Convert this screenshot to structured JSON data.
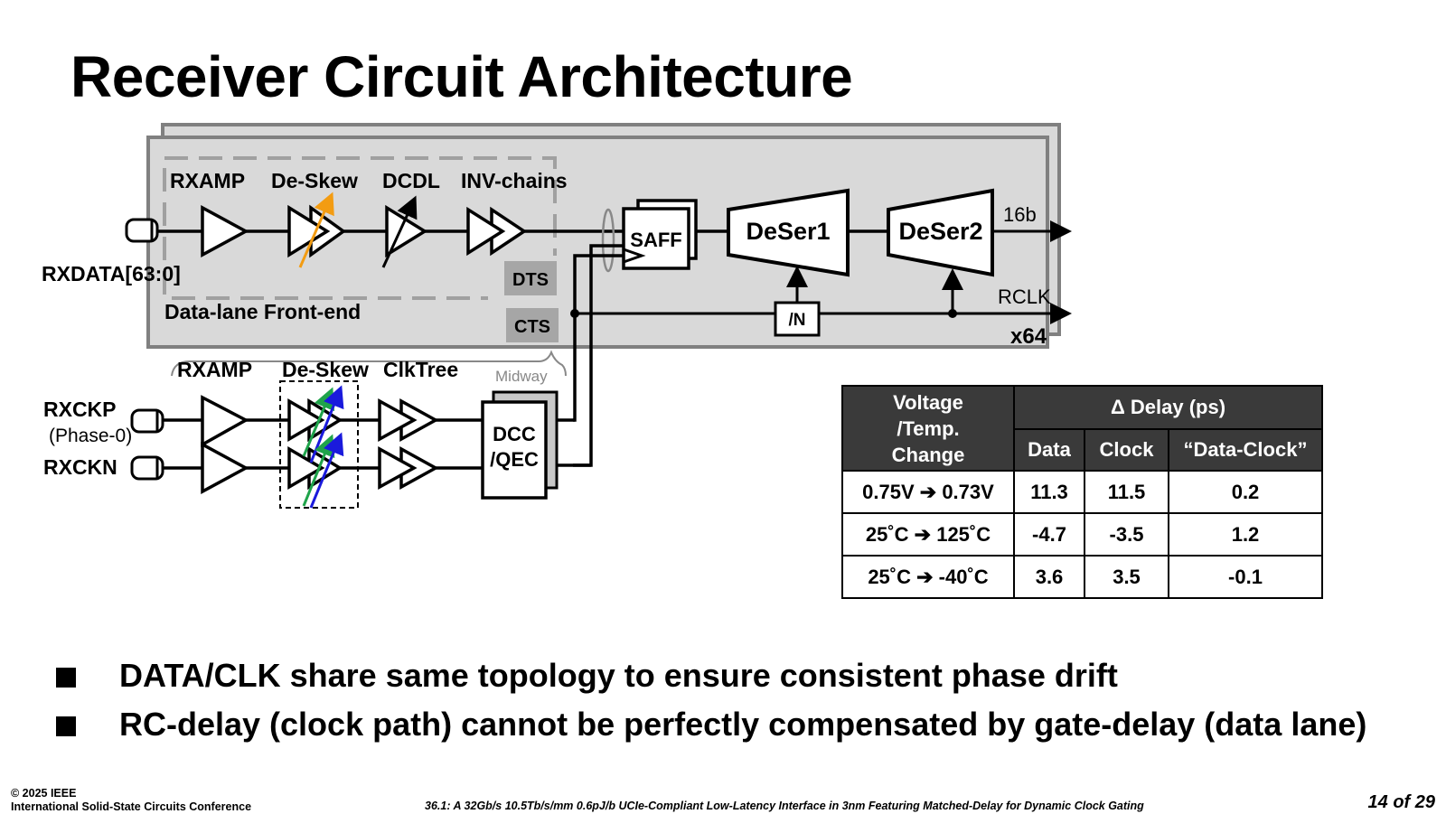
{
  "slide": {
    "title": "Receiver Circuit Architecture",
    "page": "14 of 29"
  },
  "diagram": {
    "data_lane": {
      "input_label": "RXDATA[63:0]",
      "blocks": [
        "RXAMP",
        "De-Skew",
        "DCDL",
        "INV-chains"
      ],
      "group_label": "Data-lane Front-end",
      "dts_label": "DTS",
      "cts_label": "CTS",
      "saff_label": "SAFF",
      "deser1_label": "DeSer1",
      "deser2_label": "DeSer2",
      "divider_label": "/N",
      "output_width_label": "16b",
      "rclk_label": "RCLK",
      "replication_label": "x64"
    },
    "clock_lane": {
      "rxamp_label": "RXAMP",
      "deskew_label": "De-Skew",
      "clktree_label": "ClkTree",
      "midway_label": "Midway",
      "dcc_label_line1": "DCC",
      "dcc_label_line2": "/QEC",
      "rxckp_label": "RXCKP",
      "phase_label": "(Phase-0)",
      "rxckn_label": "RXCKN"
    },
    "colors": {
      "block_fill": "#d9d9d9",
      "block_border": "#808080",
      "tag_fill": "#a6a6a6",
      "deskew_arrow_data": "#f39c12",
      "deskew_arrow_green": "#1fa34a",
      "deskew_arrow_blue": "#1a1adc",
      "table_header": "#3a3a3a"
    }
  },
  "table": {
    "header_col1_lines": [
      "Voltage",
      "/Temp.",
      "Change"
    ],
    "header_group": "Δ Delay (ps)",
    "sub_headers": [
      "Data",
      "Clock",
      "“Data-Clock”"
    ],
    "rows": [
      {
        "change": "0.75V ➔ 0.73V",
        "data": "11.3",
        "clock": "11.5",
        "diff": "0.2"
      },
      {
        "change": "25˚C ➔ 125˚C",
        "data": "-4.7",
        "clock": "-3.5",
        "diff": "1.2"
      },
      {
        "change": "25˚C ➔ -40˚C",
        "data": "3.6",
        "clock": "3.5",
        "diff": "-0.1"
      }
    ]
  },
  "bullets": [
    "DATA/CLK share same topology to ensure consistent phase drift",
    "RC-delay (clock path) cannot be perfectly compensated by gate-delay (data lane)"
  ],
  "footer": {
    "copyright": "© 2025 IEEE",
    "conference": "International Solid-State Circuits Conference",
    "paper": "36.1: A 32Gb/s 10.5Tb/s/mm 0.6pJ/b UCIe-Compliant Low-Latency Interface in 3nm Featuring Matched-Delay for Dynamic Clock Gating"
  }
}
